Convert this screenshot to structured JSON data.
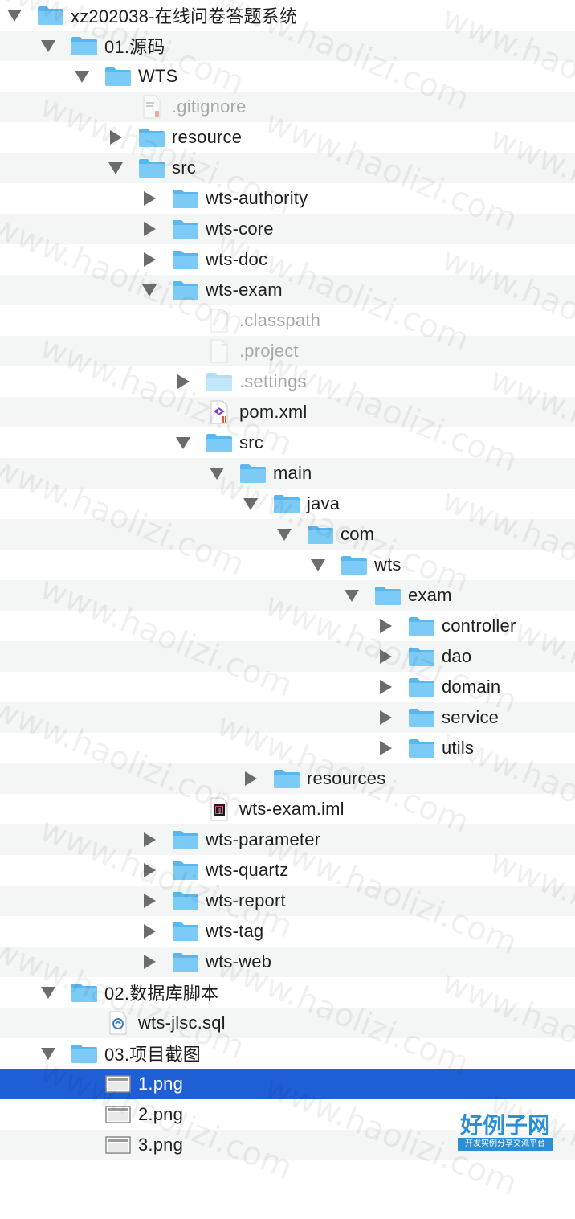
{
  "accent_color": "#1f5fd6",
  "folder_color": "#6cc3f4",
  "tree": [
    {
      "label": "xz202038-在线问卷答题系统",
      "depth": 0,
      "arrow": "open",
      "icon": "folder-icon"
    },
    {
      "label": "01.源码",
      "depth": 1,
      "arrow": "open",
      "icon": "folder-icon"
    },
    {
      "label": "WTS",
      "depth": 2,
      "arrow": "open",
      "icon": "folder-icon"
    },
    {
      "label": ".gitignore",
      "depth": 3,
      "arrow": "none",
      "icon": "text-file-icon",
      "dim": true
    },
    {
      "label": "resource",
      "depth": 3,
      "arrow": "closed",
      "icon": "folder-icon"
    },
    {
      "label": "src",
      "depth": 3,
      "arrow": "open",
      "icon": "folder-icon"
    },
    {
      "label": "wts-authority",
      "depth": 4,
      "arrow": "closed",
      "icon": "folder-icon"
    },
    {
      "label": "wts-core",
      "depth": 4,
      "arrow": "closed",
      "icon": "folder-icon"
    },
    {
      "label": "wts-doc",
      "depth": 4,
      "arrow": "closed",
      "icon": "folder-icon"
    },
    {
      "label": "wts-exam",
      "depth": 4,
      "arrow": "open",
      "icon": "folder-icon"
    },
    {
      "label": ".classpath",
      "depth": 5,
      "arrow": "none",
      "icon": "blank-file-icon",
      "dim": true
    },
    {
      "label": ".project",
      "depth": 5,
      "arrow": "none",
      "icon": "blank-file-icon",
      "dim": true
    },
    {
      "label": ".settings",
      "depth": 5,
      "arrow": "closed",
      "icon": "folder-icon",
      "dim": true
    },
    {
      "label": "pom.xml",
      "depth": 5,
      "arrow": "none",
      "icon": "xml-file-icon"
    },
    {
      "label": "src",
      "depth": 5,
      "arrow": "open",
      "icon": "folder-icon"
    },
    {
      "label": "main",
      "depth": 6,
      "arrow": "open",
      "icon": "folder-icon"
    },
    {
      "label": "java",
      "depth": 7,
      "arrow": "open",
      "icon": "folder-icon"
    },
    {
      "label": "com",
      "depth": 8,
      "arrow": "open",
      "icon": "folder-icon"
    },
    {
      "label": "wts",
      "depth": 9,
      "arrow": "open",
      "icon": "folder-icon"
    },
    {
      "label": "exam",
      "depth": 10,
      "arrow": "open",
      "icon": "folder-icon"
    },
    {
      "label": "controller",
      "depth": 11,
      "arrow": "closed",
      "icon": "folder-icon"
    },
    {
      "label": "dao",
      "depth": 11,
      "arrow": "closed",
      "icon": "folder-icon"
    },
    {
      "label": "domain",
      "depth": 11,
      "arrow": "closed",
      "icon": "folder-icon"
    },
    {
      "label": "service",
      "depth": 11,
      "arrow": "closed",
      "icon": "folder-icon"
    },
    {
      "label": "utils",
      "depth": 11,
      "arrow": "closed",
      "icon": "folder-icon"
    },
    {
      "label": "resources",
      "depth": 7,
      "arrow": "closed",
      "icon": "folder-icon"
    },
    {
      "label": "wts-exam.iml",
      "depth": 5,
      "arrow": "none",
      "icon": "intellij-file-icon"
    },
    {
      "label": "wts-parameter",
      "depth": 4,
      "arrow": "closed",
      "icon": "folder-icon"
    },
    {
      "label": "wts-quartz",
      "depth": 4,
      "arrow": "closed",
      "icon": "folder-icon"
    },
    {
      "label": "wts-report",
      "depth": 4,
      "arrow": "closed",
      "icon": "folder-icon"
    },
    {
      "label": "wts-tag",
      "depth": 4,
      "arrow": "closed",
      "icon": "folder-icon"
    },
    {
      "label": "wts-web",
      "depth": 4,
      "arrow": "closed",
      "icon": "folder-icon"
    },
    {
      "label": "02.数据库脚本",
      "depth": 1,
      "arrow": "open",
      "icon": "folder-icon"
    },
    {
      "label": "wts-jlsc.sql",
      "depth": 2,
      "arrow": "none",
      "icon": "sql-file-icon"
    },
    {
      "label": "03.项目截图",
      "depth": 1,
      "arrow": "open",
      "icon": "folder-icon"
    },
    {
      "label": "1.png",
      "depth": 2,
      "arrow": "none",
      "icon": "image-file-icon",
      "selected": true
    },
    {
      "label": "2.png",
      "depth": 2,
      "arrow": "none",
      "icon": "image-file-icon"
    },
    {
      "label": "3.png",
      "depth": 2,
      "arrow": "none",
      "icon": "image-file-icon"
    }
  ],
  "watermark": {
    "text": "www.haolizi.com"
  },
  "logo": {
    "title": "好例子网",
    "subtitle": "开发实例分享交流平台"
  }
}
